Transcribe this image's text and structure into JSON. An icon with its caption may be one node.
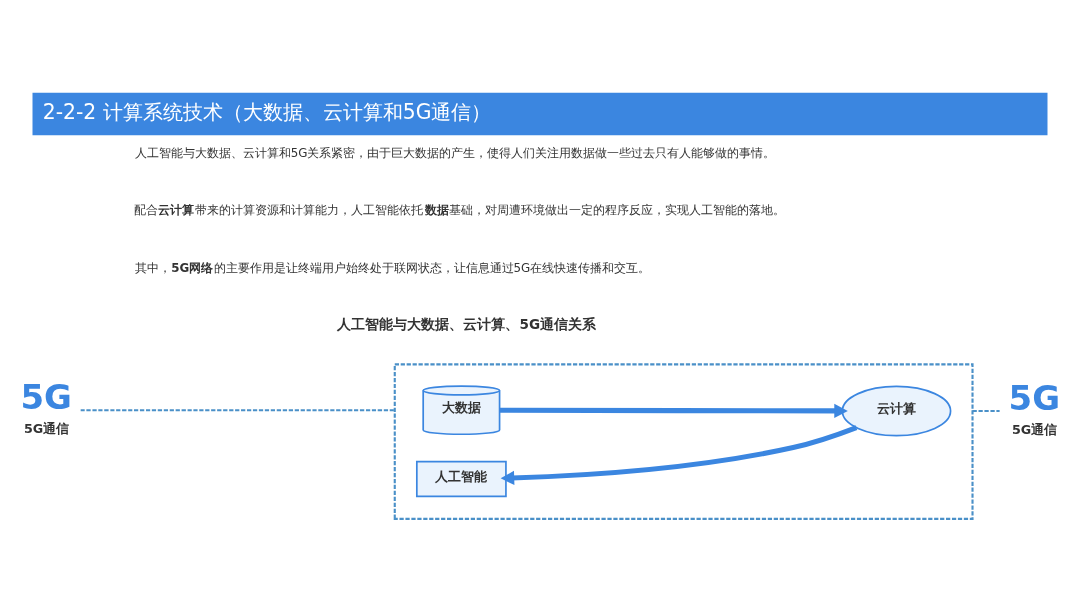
{
  "diagram": {
    "title": "2-2-2 计算系统技术（大数据、云计算和5G通信）",
    "nodes": [
      {
        "text": [
          "5G",
          "5G通信"
        ]
      },
      {
        "text": [],
        "shape": "bracket"
      },
      {
        "text": [
          "大数据"
        ],
        "in": 1
      },
      {
        "text": [
          "云计算"
        ],
        "in": 1
      },
      {
        "text": [
          "人工智能"
        ],
        "in": 1
      },
      {
        "text": [
          "5G",
          "5G通信"
        ]
      }
    ],
    "edges": [
      {
        "from": 0,
        "to": 1,
        "arrow": "none",
        "style": "dashed"
      },
      {
        "from": 2,
        "to": 3,
        "arrow": "to",
        "style": "thick"
      },
      {
        "from": 3,
        "to": 4,
        "arrow": "to",
        "style": "thick"
      },
      {
        "from": 1,
        "to": 5,
        "arrow": "none",
        "style": "dashed"
      }
    ],
    "labels": [
      "人工智能与大数据、云计算和5G关系紧密，由于巨大数据的产生，使得人们关注用数据做一些过去只有人能够做的事情。",
      "配合**云计算**带来的计算资源和计算能力，人工智能依托**数据**基础，对周遭环境做出一定的程序反应，实现人工智能的落地。",
      "其中，**5G网络**的主要作用是让终端用户始终处于联网状态，让信息通过5G在线快速传播和交互。",
      "人工智能与大数据、云计算、5G通信关系"
    ]
  }
}
